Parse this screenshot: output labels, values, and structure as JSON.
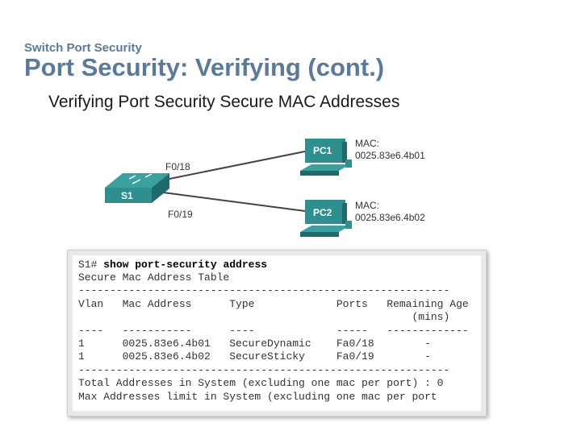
{
  "slide": {
    "kicker": "Switch Port Security",
    "title": "Port Security: Verifying (cont.)",
    "bullet": "Verifying Port Security Secure MAC Addresses"
  },
  "diagram": {
    "switch_label": "S1",
    "links": [
      {
        "port": "F0/18",
        "pc": "PC1",
        "mac_label": "MAC:",
        "mac": "0025.83e6.4b01"
      },
      {
        "port": "F0/19",
        "pc": "PC2",
        "mac_label": "MAC:",
        "mac": "0025.83e6.4b02"
      }
    ],
    "colors": {
      "device": "#2f8f8f",
      "device_dark": "#1f6b6b",
      "link": "#444444",
      "label": "#333333"
    }
  },
  "terminal": {
    "prompt": "S1#",
    "command": "show port-security address",
    "lines": [
      "Secure Mac Address Table",
      "-----------------------------------------------------------",
      "Vlan   Mac Address      Type             Ports   Remaining Age",
      "                                                     (mins)",
      "----   -----------      ----             -----   -------------",
      "1      0025.83e6.4b01   SecureDynamic    Fa0/18        -",
      "1      0025.83e6.4b02   SecureSticky     Fa0/19        -",
      "-----------------------------------------------------------",
      "Total Addresses in System (excluding one mac per port) : 0",
      "Max Addresses limit in System (excluding one mac per port"
    ]
  }
}
